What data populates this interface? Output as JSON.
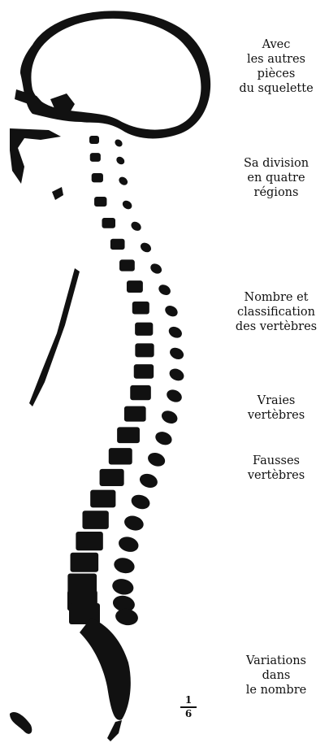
{
  "captions": [
    "Avec\nles autres\npièces\ndu squelette",
    "Sa division\nen quatre\nrégions",
    "Nombre et\nclassification\ndes vertèbres",
    "Vraies\nvertèbres",
    "Fausses\nvertèbres",
    "Variations\ndans\nle nombre"
  ],
  "scale": {
    "numerator": "1",
    "denominator": "6"
  },
  "colors": {
    "ink": "#111111",
    "paper": "#ffffff"
  }
}
